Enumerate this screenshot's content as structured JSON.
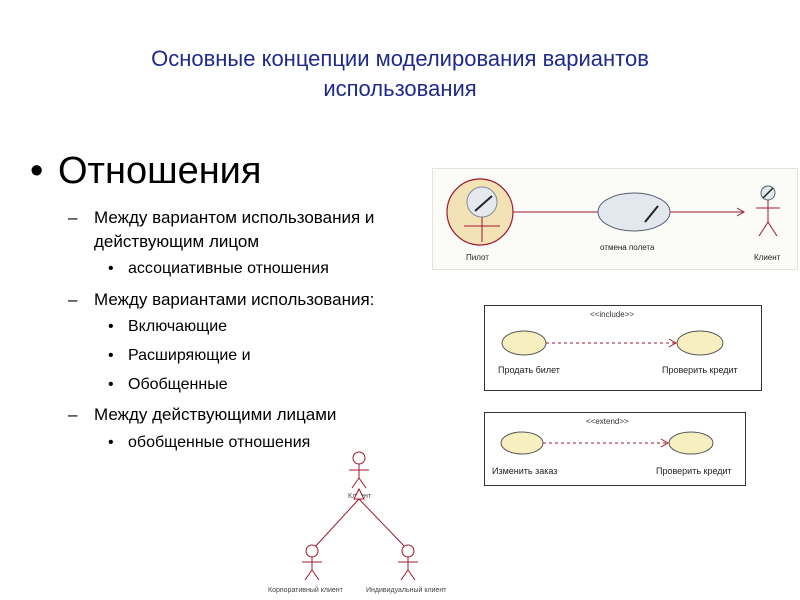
{
  "title": {
    "line1": "Основные концепции моделирования вариантов",
    "line2": "использования"
  },
  "outline": {
    "bullet_char": "•",
    "dash_char": "–",
    "heading": "Отношения",
    "item1": {
      "line1": "Между вариантом использования и",
      "line2": "действующим лицом"
    },
    "item1_sub1": "ассоциативные отношения",
    "item2": "Между вариантами использования:",
    "item2_sub1": "Включающие",
    "item2_sub2": "Расширяющие и",
    "item2_sub3": "Обобщенные",
    "item3": "Между действующими лицами",
    "item3_sub1": "обобщенные отношения"
  },
  "diagram_association": {
    "actor_left": "Пилот",
    "use_case": "отмена полета",
    "actor_right": "Клиент"
  },
  "diagram_include": {
    "stereotype": "<<include>>",
    "left_case": "Продать билет",
    "right_case": "Проверить кредит"
  },
  "diagram_extend": {
    "stereotype": "<<extend>>",
    "left_case": "Изменить заказ",
    "right_case": "Проверить кредит"
  },
  "diagram_generalization": {
    "parent_actor": "Клиент",
    "child_left": "Корпоративный клиент",
    "child_right": "Индивидуальный клиент"
  },
  "colors": {
    "title": "#1f2a8c",
    "relation_line": "#a01830",
    "use_case_fill": "#f7efc0",
    "use_case_alt_fill": "#e3e8ee"
  }
}
